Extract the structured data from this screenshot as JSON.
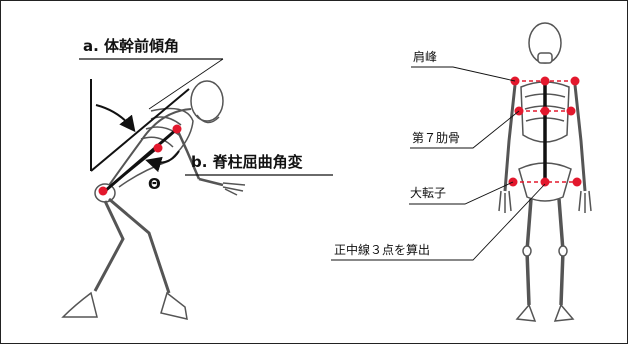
{
  "labels": {
    "trunk_angle": "a. 体幹前傾角",
    "spine_angle": "b. 脊柱屈曲角変",
    "theta": "Θ",
    "acromion": "肩峰",
    "rib7": "第７肋骨",
    "trochanter": "大転子",
    "midline": "正中線３点を算出"
  },
  "colors": {
    "marker": "#e3182d",
    "bone_stroke": "#555555",
    "bone_fill": "#ffffff",
    "line": "#111111"
  }
}
